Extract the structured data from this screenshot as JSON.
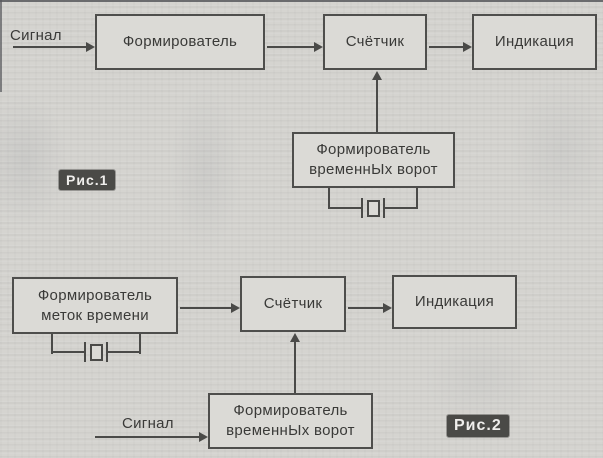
{
  "colors": {
    "background": "#d5d4d0",
    "box_fill": "#dbdad6",
    "line": "#4a4a48",
    "text": "#3a3a38",
    "badge_bg": "#4a4a47",
    "badge_text": "#efeeec"
  },
  "icons": {
    "quartz_crystal": "crystal-oscillator-symbol"
  },
  "fig1": {
    "signal": "Сигнал",
    "shaper": "Формирователь",
    "counter": "Счётчик",
    "indication": "Индикация",
    "gate_former": {
      "line1": "Формирователь",
      "line2": "временнЫх ворот"
    },
    "caption": "Рис.1"
  },
  "fig2": {
    "timemark_former": {
      "line1": "Формирователь",
      "line2": "меток времени"
    },
    "counter": "Счётчик",
    "indication": "Индикация",
    "gate_former": {
      "line1": "Формирователь",
      "line2": "временнЫх ворот"
    },
    "signal": "Сигнал",
    "caption": "Рис.2"
  }
}
